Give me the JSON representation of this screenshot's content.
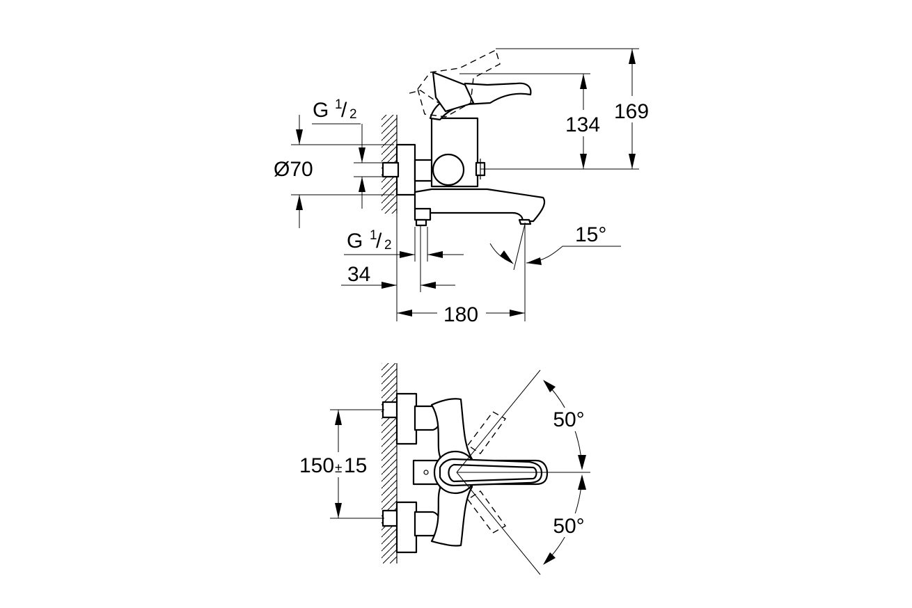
{
  "side_view": {
    "dim_169": "169",
    "dim_134": "134",
    "dim_d70": "Ø70",
    "dim_g_top": {
      "g": "G",
      "num": "1",
      "slash": "/",
      "den": "2"
    },
    "dim_g_bottom": {
      "g": "G",
      "num": "1",
      "slash": "/",
      "den": "2"
    },
    "dim_34": "34",
    "dim_180": "180",
    "dim_15deg": "15°"
  },
  "top_view": {
    "dim_150": "150",
    "dim_150_pm": "±",
    "dim_150_tol": "15",
    "dim_50_upper": "50°",
    "dim_50_lower": "50°"
  }
}
